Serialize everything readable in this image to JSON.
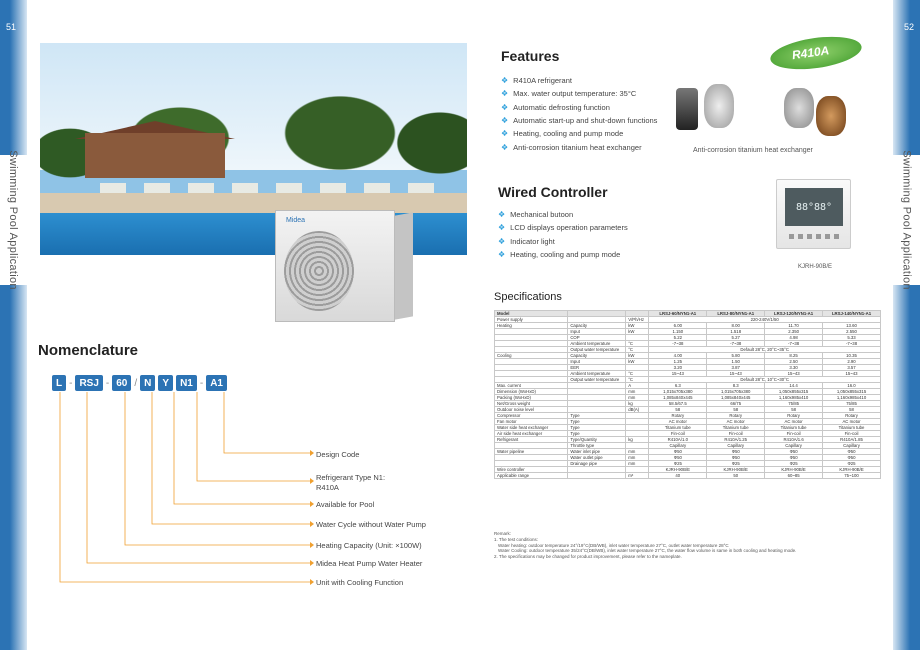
{
  "page": {
    "left_number": "51",
    "right_number": "52",
    "side_label": "Swimming Pool Application"
  },
  "photo": {
    "unit_brand": "Midea"
  },
  "nomenclature": {
    "title": "Nomenclature",
    "codes": [
      "L",
      "RSJ",
      "60",
      "N",
      "Y",
      "N1",
      "A1"
    ],
    "separators": [
      "-",
      "-",
      "/",
      "",
      "",
      "-"
    ],
    "legend": [
      "Design Code",
      "Refrigerant Type N1: R410A",
      "Available for Pool",
      "Water Cycle without Water Pump",
      "Heating Capacity (Unit: ×100W)",
      "Midea Heat Pump Water Heater",
      "Unit with Cooling Function"
    ],
    "accent": "#f0a030"
  },
  "features": {
    "title": "Features",
    "badge": "R410A",
    "items": [
      "R410A refrigerant",
      "Max. water output temperature: 35°C",
      "Automatic defrosting function",
      "Automatic start-up and shut-down functions",
      "Heating, cooling and pump mode",
      "Anti-corrosion titanium heat exchanger"
    ],
    "exchanger_caption": "Anti-corrosion titanium heat exchanger"
  },
  "controller": {
    "title": "Wired Controller",
    "items": [
      "Mechanical butoon",
      "LCD displays operation parameters",
      "Indicator light",
      "Heating, cooling and pump mode"
    ],
    "screen": "88°88°",
    "caption": "KJRH-90B/E"
  },
  "specs": {
    "title": "Specifications",
    "rows": [
      [
        "Model",
        "",
        "",
        "LRSJ-60/NYN1-A1",
        "LRSJ-80/NYN1-A1",
        "LRSJ-120/NYN1-A1",
        "LRSJ-140/NYN1-A1"
      ],
      [
        "Power supply",
        "",
        "V/Ph/Hz",
        "220-240V/1/50",
        "",
        "",
        ""
      ],
      [
        "Heating",
        "Capacity",
        "kW",
        "6.00",
        "8.00",
        "11.70",
        "13.60"
      ],
      [
        "",
        "Input",
        "kW",
        "1.150",
        "1.518",
        "2.350",
        "2.550"
      ],
      [
        "",
        "COP",
        "",
        "5.22",
        "5.27",
        "4.98",
        "5.33"
      ],
      [
        "",
        "Ambient temperature",
        "°C",
        "-7~38",
        "-7~38",
        "-7~38",
        "-7~38"
      ],
      [
        "",
        "Output water temperature",
        "°C",
        "Default 28°C, 20°C~35°C",
        "",
        "",
        ""
      ],
      [
        "Cooling",
        "Capacity",
        "kW",
        "4.00",
        "5.80",
        "8.25",
        "10.35"
      ],
      [
        "",
        "Input",
        "kW",
        "1.25",
        "1.50",
        "2.50",
        "2.90"
      ],
      [
        "",
        "EER",
        "",
        "3.20",
        "3.87",
        "3.30",
        "3.57"
      ],
      [
        "",
        "Ambient temperature",
        "°C",
        "15~43",
        "15~43",
        "15~43",
        "15~43"
      ],
      [
        "",
        "Output water temperature",
        "°C",
        "Default 28°C, 10°C~30°C",
        "",
        "",
        ""
      ],
      [
        "Max. current",
        "",
        "A",
        "6.3",
        "8.3",
        "14.4",
        "16.0"
      ],
      [
        "Dimension (WxHxD)",
        "",
        "mm",
        "1,015x705x380",
        "1,015x705x380",
        "1,050x855x315",
        "1,050x855x315"
      ],
      [
        "Packing (WxHxD)",
        "",
        "mm",
        "1,085x840x445",
        "1,085x840x445",
        "1,160x985x410",
        "1,160x985x410"
      ],
      [
        "Net/Gross weight",
        "",
        "kg",
        "58.5/67.5",
        "66/75",
        "75/85",
        "75/85"
      ],
      [
        "Outdoor noise level",
        "",
        "dB(A)",
        "58",
        "58",
        "58",
        "58"
      ],
      [
        "Compressor",
        "Type",
        "",
        "Rotary",
        "Rotary",
        "Rotary",
        "Rotary"
      ],
      [
        "Fan motor",
        "Type",
        "",
        "AC motor",
        "AC motor",
        "AC motor",
        "AC motor"
      ],
      [
        "Water side heat exchanger",
        "Type",
        "",
        "Titanium tube",
        "Titanium tube",
        "Titanium tube",
        "Titanium tube"
      ],
      [
        "Air side heat exchanger",
        "Type",
        "",
        "Fin-coil",
        "Fin-coil",
        "Fin-coil",
        "Fin-coil"
      ],
      [
        "Refrigerant",
        "Type/Quantity",
        "kg",
        "R410A/1.0",
        "R410A/1.25",
        "R410A/1.6",
        "R410A/1.85"
      ],
      [
        "",
        "Throttle type",
        "",
        "Capillary",
        "Capillary",
        "Capillary",
        "Capillary"
      ],
      [
        "Water pipeline",
        "Water inlet pipe",
        "mm",
        "Ф50",
        "Ф50",
        "Ф50",
        "Ф50"
      ],
      [
        "",
        "Water outlet pipe",
        "mm",
        "Ф50",
        "Ф50",
        "Ф50",
        "Ф50"
      ],
      [
        "",
        "Drainage pipe",
        "mm",
        "Ф25",
        "Ф25",
        "Ф25",
        "Ф25"
      ],
      [
        "Wire controller",
        "",
        "",
        "KJRH-90B/E",
        "KJRH-90B/E",
        "KJRH-90B/E",
        "KJRH-90B/E"
      ],
      [
        "Applicable range",
        "",
        "m³",
        "40",
        "50",
        "60~85",
        "75~100"
      ]
    ],
    "remarks": [
      "Remark:",
      "1. The test conditions:",
      "Water heating: outdoor temperature 24°/19°C(DB/WB), inlet water temperature 27°C, outlet water temperature 28°C",
      "Water Cooling: outdoor temperature 35/24°C(DB/WB), inlet water temperature 27°C, the water flow volume is same in both cooling and heating mode.",
      "2. The specifications may be changed for product improvement, please refer to the nameplate."
    ]
  }
}
